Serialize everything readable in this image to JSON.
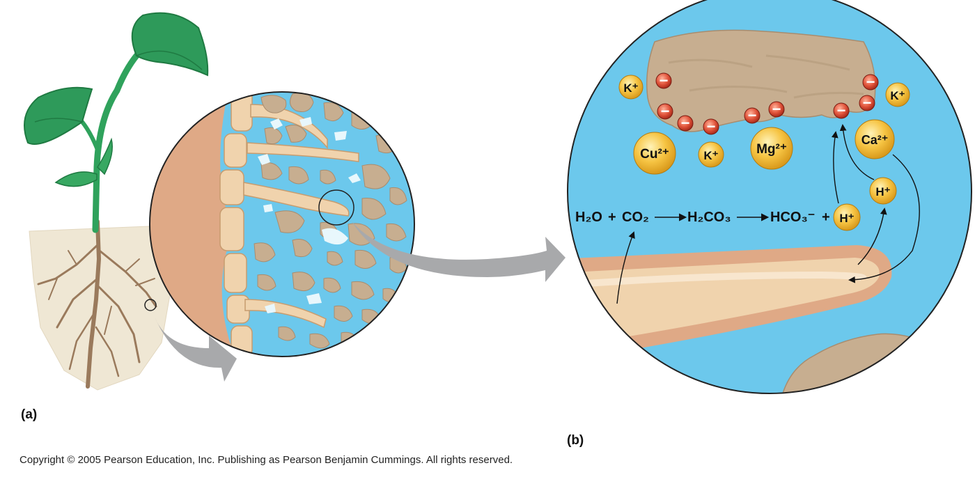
{
  "labels": {
    "panel_a": "(a)",
    "panel_b": "(b)"
  },
  "copyright": "Copyright ©  2005 Pearson Education, Inc. Publishing as Pearson Benjamin Cummings. All rights reserved.",
  "equation": {
    "water": "H₂O",
    "plus": "+",
    "co2": "CO₂",
    "carbonic_acid": "H₂CO₃",
    "bicarbonate": "HCO₃⁻",
    "plus2": "+",
    "hydrogen_ion": "H⁺"
  },
  "ions": {
    "k_top_left": "K⁺",
    "k_top_right": "K⁺",
    "cu": "Cu²⁺",
    "k_middle": "K⁺",
    "mg": "Mg²⁺",
    "ca": "Ca²⁺",
    "h_right": "H⁺"
  },
  "negative_charge_symbol": "−",
  "colors": {
    "water": "#6cc8ec",
    "soil_particle": "#c7ae90",
    "root_hair": "#f0d3ad",
    "root_tissue": "#dfa986",
    "leaf": "#2e9a5a",
    "ion_cation": "#f4b833",
    "ion_anion": "#d94a35",
    "arrow_grey": "#a8a9ab",
    "soil_region": "#efe7d4"
  }
}
